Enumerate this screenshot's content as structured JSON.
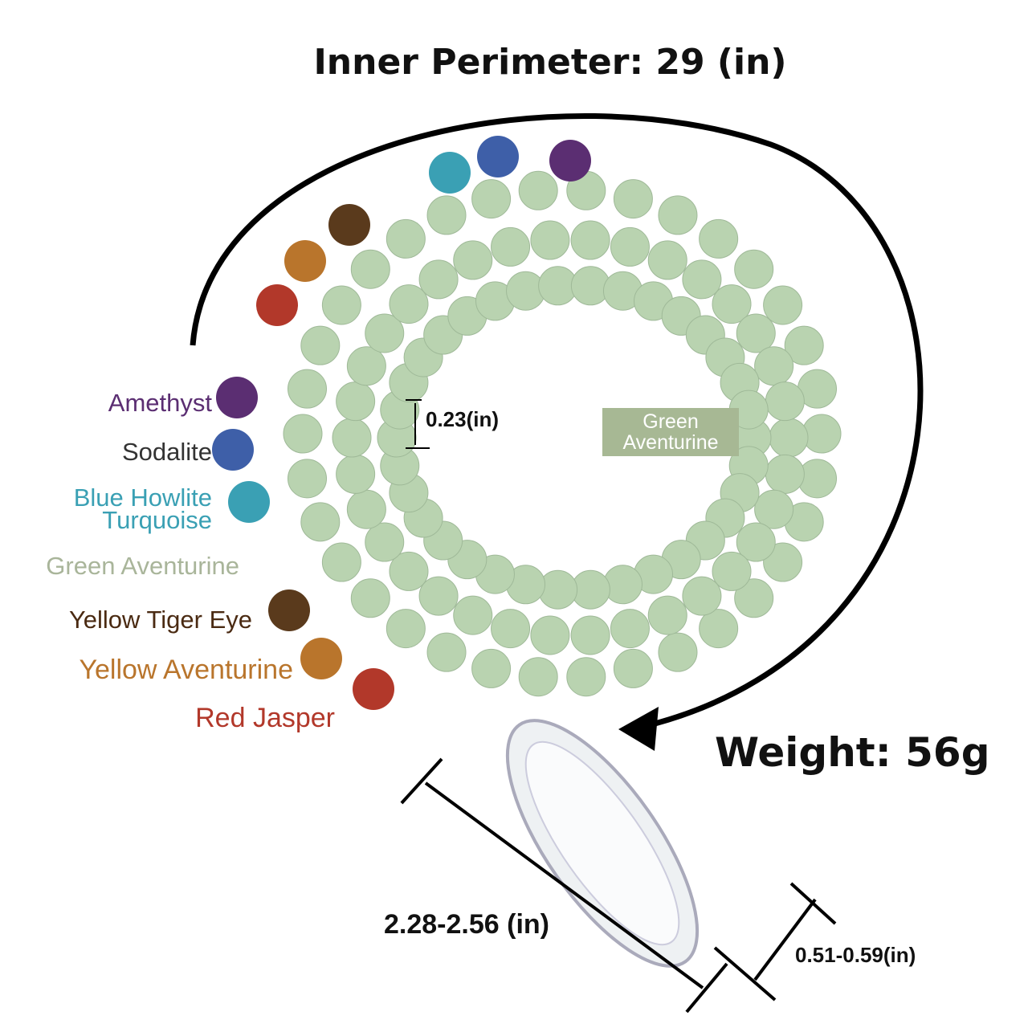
{
  "title": "Inner Perimeter: 29 (in)",
  "weight": "Weight: 56g",
  "labels": {
    "amethyst": "Amethyst",
    "sodalite": "Sodalite",
    "blue_howlite": "Blue Howlite",
    "turquoise": "Turquoise",
    "green_aventurine": "Green Aventurine",
    "tiger_eye": "Yellow Tiger Eye",
    "yellow_aventurine": "Yellow Aventurine",
    "red_jasper": "Red Jasper"
  },
  "bead_size": "0.23(in)",
  "center_label": {
    "line1": "Green",
    "line2": "Aventurine"
  },
  "pendant_length": "2.28-2.56 (in)",
  "pendant_width": "0.51-0.59(in)",
  "colors": {
    "amethyst": "#5b2e72",
    "sodalite": "#333333",
    "turquoise": "#3aa0b4",
    "green_aventurine": "#a9b59a",
    "tiger_eye": "#4a2a12",
    "yellow_aventurine": "#b9752c",
    "red_jasper": "#b2382a",
    "bead_green": "#b9d3b0"
  }
}
